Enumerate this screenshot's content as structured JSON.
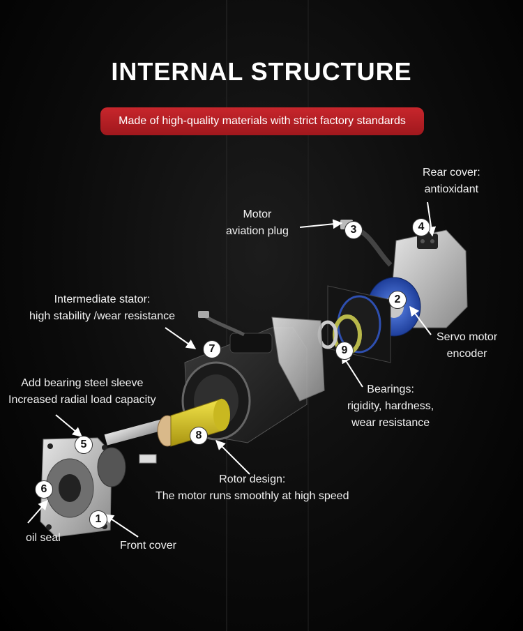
{
  "header": {
    "title": "INTERNAL STRUCTURE",
    "banner": "Made of high-quality materials with strict factory standards"
  },
  "labels": {
    "rear_cover": [
      "Rear cover:",
      "antioxidant"
    ],
    "motor_plug": [
      "Motor",
      "aviation plug"
    ],
    "stator": [
      "Intermediate stator:",
      "high stability /wear resistance"
    ],
    "servo_encoder": [
      "Servo motor",
      "encoder"
    ],
    "sleeve": [
      "Add bearing steel sleeve",
      "Increased radial load capacity"
    ],
    "bearings": [
      "Bearings:",
      "rigidity, hardness,",
      "wear resistance"
    ],
    "rotor": [
      "Rotor design:",
      "The motor runs smoothly at high speed"
    ],
    "oil_seal": [
      "oil seal"
    ],
    "front_cover": [
      "Front cover"
    ]
  },
  "markers": {
    "m1": "1",
    "m2": "2",
    "m3": "3",
    "m4": "4",
    "m5": "5",
    "m6": "6",
    "m7": "7",
    "m8": "8",
    "m9": "9"
  },
  "colors": {
    "background": "#000000",
    "banner": "#b81f25",
    "rotor": "#d9c81e",
    "encoder": "#2f5fd0",
    "motor_body": "#2a2a2a"
  }
}
